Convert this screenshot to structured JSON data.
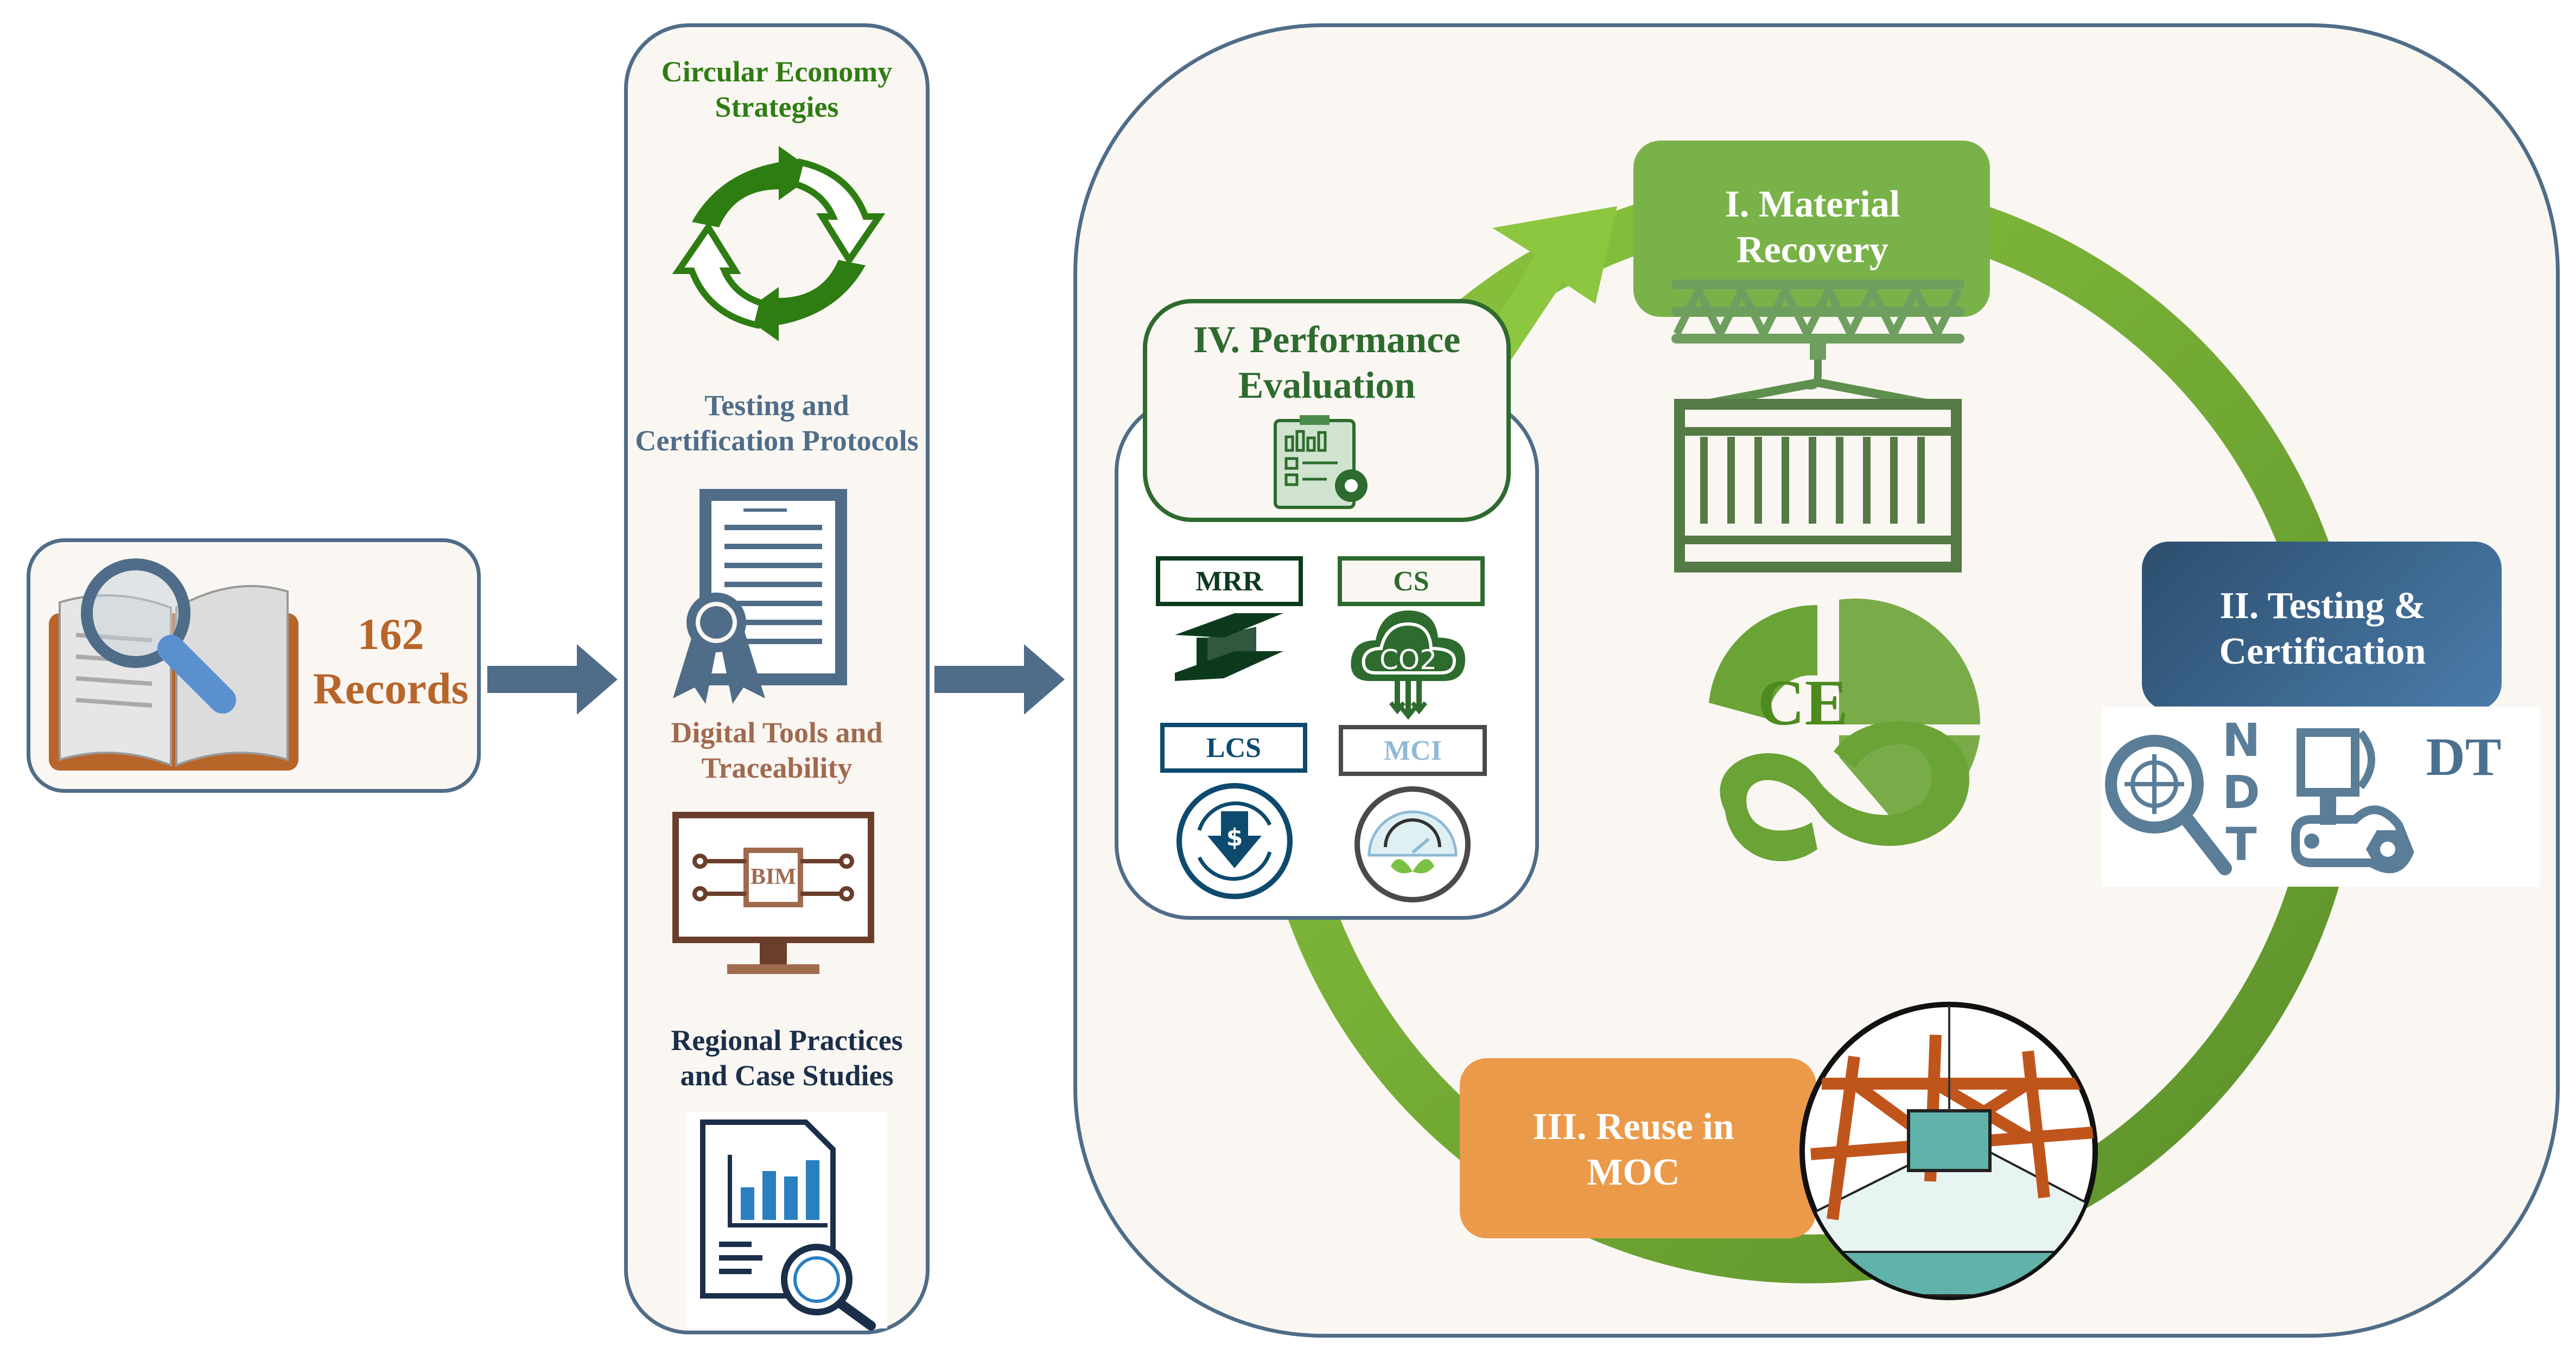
{
  "records": {
    "count": "162",
    "label": "Records"
  },
  "strategies": [
    {
      "title": "Circular Economy Strategies",
      "color": "#2e7d12",
      "icon": "recycle-arrows-icon"
    },
    {
      "title": "Testing and Certification Protocols",
      "color": "#4f6d88",
      "icon": "certificate-icon"
    },
    {
      "title": "Digital Tools and Traceability",
      "color": "#a06a4f",
      "icon": "bim-monitor-icon",
      "icon_text": "BIM"
    },
    {
      "title": "Regional Practices and Case Studies",
      "color": "#1b2f4a",
      "icon": "report-analysis-icon"
    }
  ],
  "cycle": {
    "stage1": {
      "title": "I. Material Recovery",
      "color": "#7ab24a"
    },
    "stage2": {
      "title": "II. Testing & Certification",
      "color": "#2f5575"
    },
    "stage3": {
      "title": "III. Reuse in MOC",
      "color": "#eb9a4a"
    },
    "stage4": {
      "title": "IV. Performance Evaluation",
      "color": "#2e6b2e"
    },
    "ce_logo": "CE",
    "testing_icons": {
      "ndt": "NDT",
      "dt": "DT"
    },
    "metrics": [
      {
        "label": "MRR",
        "color": "#0d3a1d",
        "icon": "steel-beam-icon"
      },
      {
        "label": "CS",
        "color": "#2e6b2e",
        "icon": "co2-cloud-icon",
        "icon_text": "CO2"
      },
      {
        "label": "LCS",
        "color": "#0d4a6e",
        "icon": "cost-saving-icon",
        "icon_text": "$"
      },
      {
        "label": "MCI",
        "color": "#8fbad6",
        "icon": "gauge-leaf-icon"
      }
    ]
  }
}
